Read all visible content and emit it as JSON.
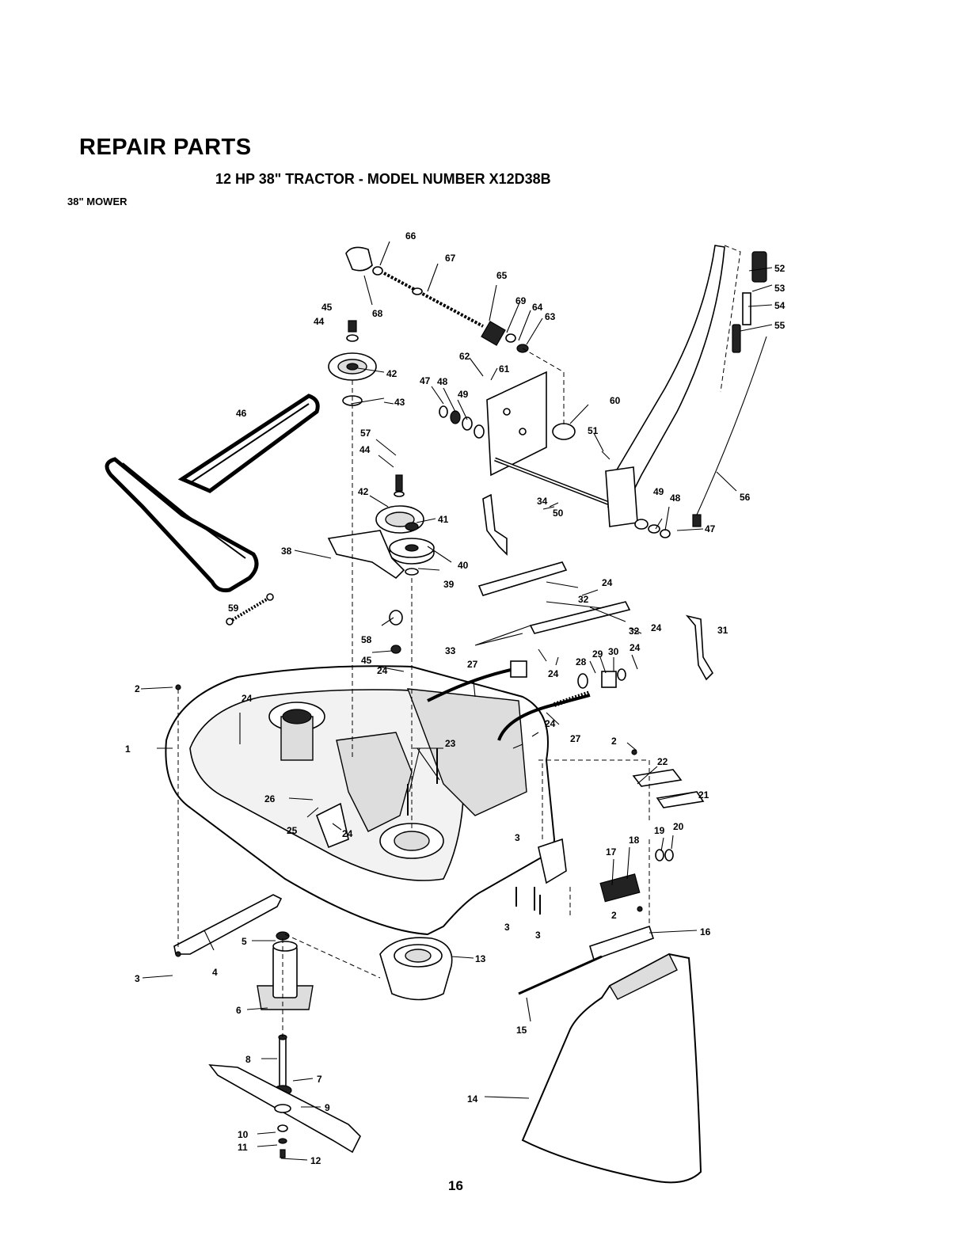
{
  "header": {
    "title": "REPAIR PARTS",
    "subtitle": "12 HP 38\" TRACTOR - MODEL NUMBER X12D38B",
    "section": "38\" MOWER"
  },
  "footer": {
    "page_number": "16"
  },
  "callouts": [
    "1",
    "2",
    "2",
    "2",
    "3",
    "3",
    "3",
    "3",
    "4",
    "5",
    "6",
    "7",
    "8",
    "9",
    "10",
    "11",
    "12",
    "13",
    "14",
    "15",
    "16",
    "17",
    "18",
    "19",
    "20",
    "21",
    "22",
    "23",
    "24",
    "24",
    "24",
    "24",
    "24",
    "24",
    "24",
    "24",
    "25",
    "26",
    "27",
    "27",
    "28",
    "29",
    "30",
    "31",
    "32",
    "32",
    "33",
    "33",
    "34",
    "38",
    "39",
    "40",
    "41",
    "42",
    "42",
    "43",
    "44",
    "44",
    "45",
    "45",
    "46",
    "47",
    "47",
    "48",
    "48",
    "49",
    "49",
    "50",
    "50",
    "51",
    "52",
    "53",
    "54",
    "55",
    "56",
    "57",
    "58",
    "59",
    "60",
    "61",
    "62",
    "63",
    "64",
    "65",
    "66",
    "67",
    "68",
    "69"
  ]
}
